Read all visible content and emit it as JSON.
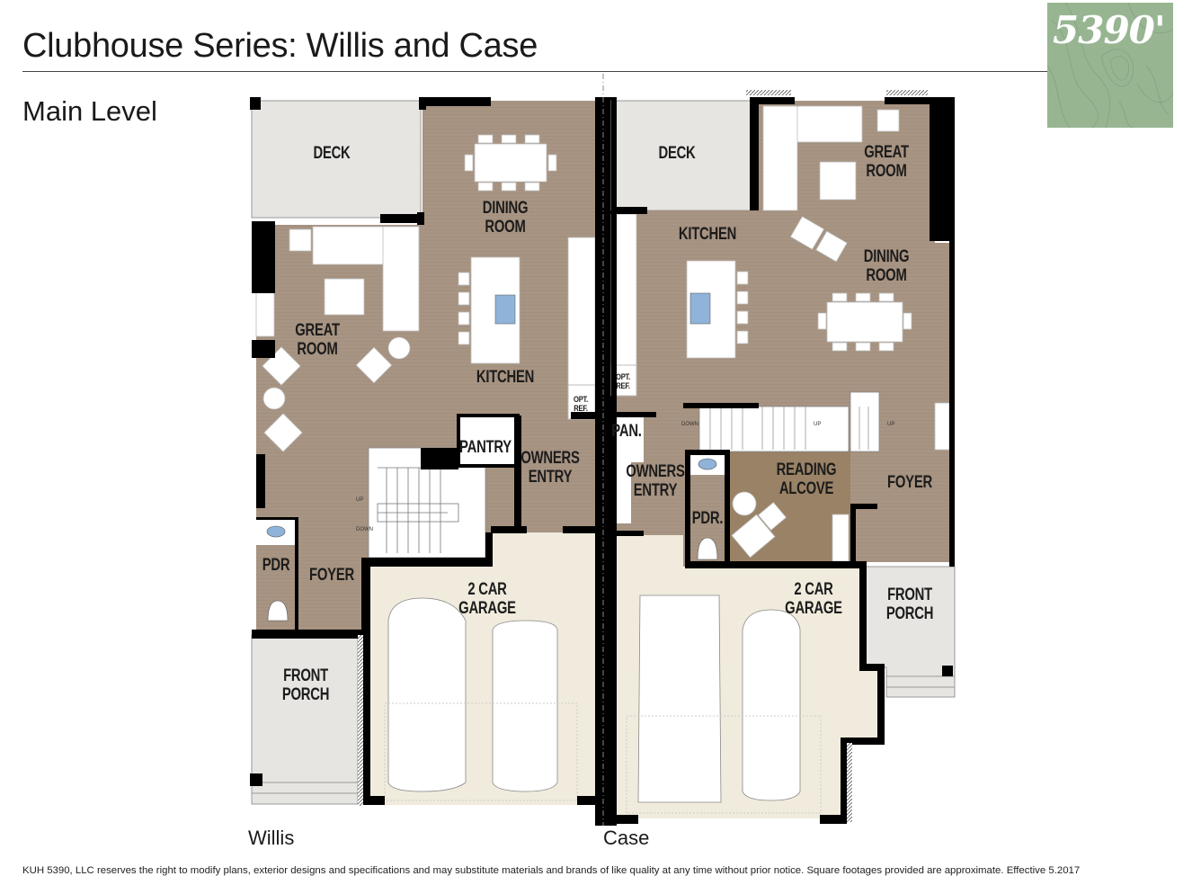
{
  "header": {
    "title": "Clubhouse Series: Willis and Case",
    "level": "Main Level"
  },
  "logo": {
    "text": "5390'",
    "background_color": "#98b592"
  },
  "colors": {
    "floor_wood": "#a89482",
    "deck_concrete": "#e6e5e1",
    "garage_floor": "#f0ebdc",
    "reading_alcove": "#9a8266",
    "wall": "#000000",
    "furniture": "#ffffff",
    "sink_blue": "#8fb3d9"
  },
  "units": [
    {
      "name": "Willis",
      "rooms": [
        {
          "label": "DECK"
        },
        {
          "label": "DINING\nROOM"
        },
        {
          "label": "GREAT\nROOM"
        },
        {
          "label": "KITCHEN"
        },
        {
          "label": "OPT.\nREF."
        },
        {
          "label": "PANTRY"
        },
        {
          "label": "OWNERS\nENTRY"
        },
        {
          "label": "PDR"
        },
        {
          "label": "FOYER"
        },
        {
          "label": "2 CAR\nGARAGE"
        },
        {
          "label": "FRONT\nPORCH"
        }
      ],
      "stair_notes": [
        "UP",
        "DOWN"
      ]
    },
    {
      "name": "Case",
      "rooms": [
        {
          "label": "DECK"
        },
        {
          "label": "GREAT\nROOM"
        },
        {
          "label": "KITCHEN"
        },
        {
          "label": "DINING\nROOM"
        },
        {
          "label": "OPT.\nREF."
        },
        {
          "label": "PAN."
        },
        {
          "label": "OWNERS\nENTRY"
        },
        {
          "label": "PDR."
        },
        {
          "label": "READING\nALCOVE"
        },
        {
          "label": "FOYER"
        },
        {
          "label": "2 CAR\nGARAGE"
        },
        {
          "label": "FRONT\nPORCH"
        }
      ],
      "stair_notes": [
        "DOWN",
        "UP",
        "UP"
      ]
    }
  ],
  "footer": {
    "disclaimer": "KUH 5390, LLC reserves the right to modify plans, exterior designs and specifications and may substitute materials and brands of like quality at any time without prior notice. Square footages provided are approximate. Effective 5.2017"
  }
}
